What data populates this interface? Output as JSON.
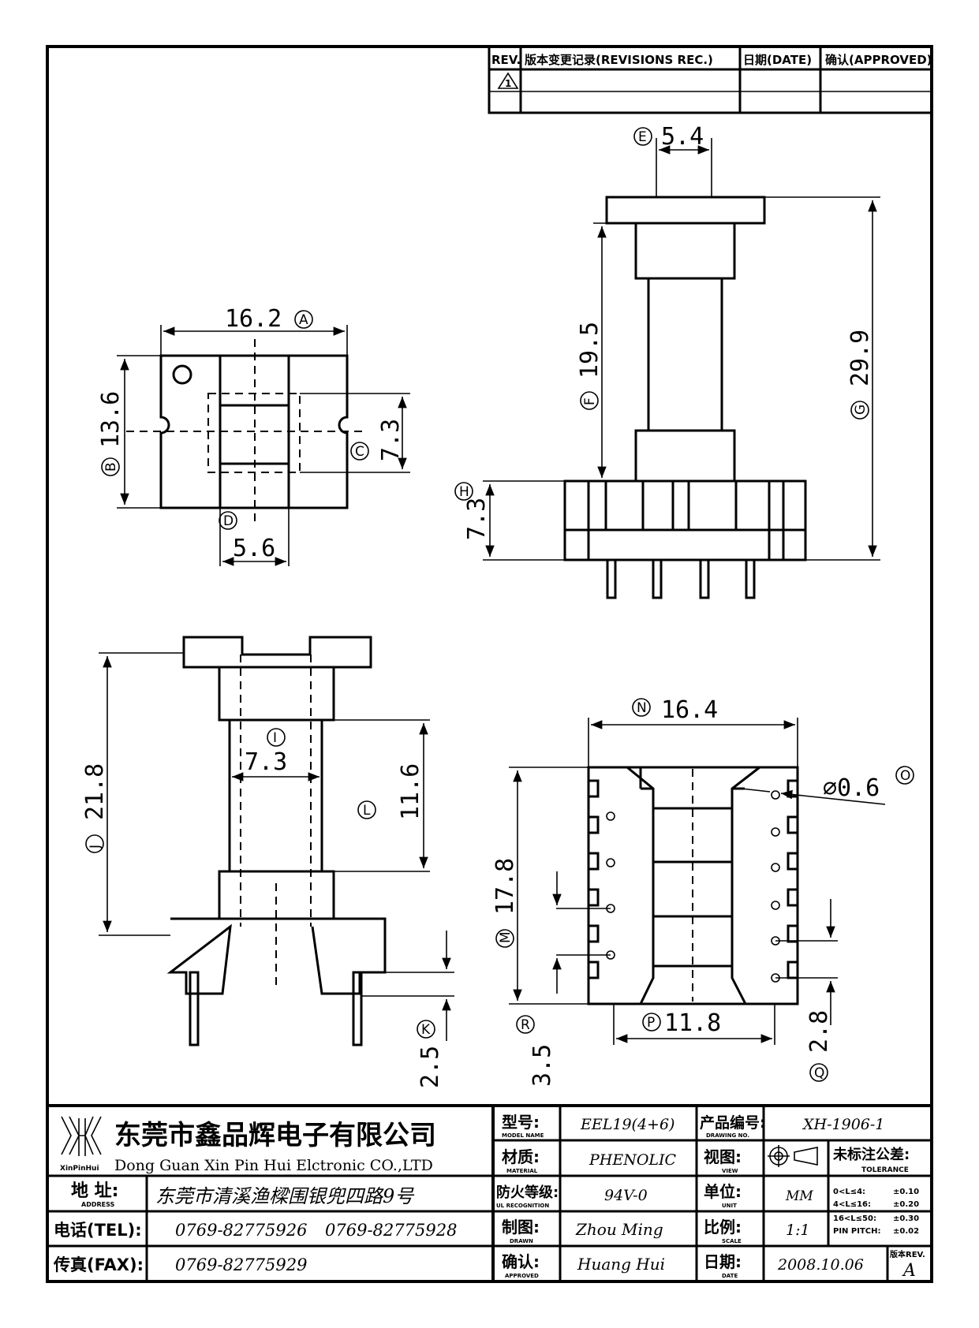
{
  "revisions": {
    "rev_label": "REV.",
    "record_label": "版本变更记录(REVISIONS REC.)",
    "date_label": "日期(DATE)",
    "approved_label": "确认(APPROVED)",
    "rev_mark": "1"
  },
  "dimensions": {
    "A": {
      "letter": "A",
      "value": "16.2"
    },
    "B": {
      "letter": "B",
      "value": "13.6"
    },
    "C": {
      "letter": "C",
      "value": "7.3"
    },
    "D": {
      "letter": "D",
      "value": "5.6"
    },
    "E": {
      "letter": "E",
      "value": "5.4"
    },
    "F": {
      "letter": "F",
      "value": "19.5"
    },
    "G": {
      "letter": "G",
      "value": "29.9"
    },
    "H": {
      "letter": "H",
      "value": "7.3"
    },
    "I": {
      "letter": "I",
      "value": "7.3"
    },
    "J": {
      "letter": "J",
      "value": "21.8"
    },
    "L": {
      "letter": "L",
      "value": "11.6"
    },
    "K": {
      "letter": "K",
      "value": "2.5"
    },
    "N": {
      "letter": "N",
      "value": "16.4"
    },
    "O": {
      "letter": "O",
      "value": "⌀0.6"
    },
    "M": {
      "letter": "M",
      "value": "17.8"
    },
    "P": {
      "letter": "P",
      "value": "11.8"
    },
    "R": {
      "letter": "R",
      "value": "3.5"
    },
    "Q": {
      "letter": "Q",
      "value": "2.8"
    }
  },
  "title_block": {
    "company_cn": "东莞市鑫品辉电子有限公司",
    "company_en": "Dong Guan Xin Pin Hui Elctronic CO.,LTD",
    "logo_text": "XinPinHui",
    "address_label_cn": "地  址:",
    "address_label_en": "ADDRESS",
    "address_value": "东莞市清溪渔樑围银兜四路9号",
    "tel_label": "电话(TEL):",
    "tel_value1": "0769-82775926",
    "tel_value2": "0769-82775928",
    "fax_label": "传真(FAX):",
    "fax_value": "0769-82775929",
    "model_label_cn": "型号:",
    "model_label_en": "MODEL NAME",
    "model_value": "EEL19(4+6)",
    "material_label_cn": "材质:",
    "material_label_en": "MATERIAL",
    "material_value": "PHENOLIC",
    "ul_label_cn": "防火等级:",
    "ul_label_en": "UL RECOGNITION",
    "ul_value": "94V-0",
    "drawn_label_cn": "制图:",
    "drawn_label_en": "DRAWN",
    "drawn_value": "Zhou Ming",
    "approved_label_cn": "确认:",
    "approved_label_en": "APPROVED",
    "approved_value": "Huang Hui",
    "drawing_no_label_cn": "产品编号:",
    "drawing_no_label_en": "DRAWING NO.",
    "drawing_no_value": "XH-1906-1",
    "view_label_cn": "视图:",
    "view_label_en": "VIEW",
    "unit_label_cn": "单位:",
    "unit_label_en": "UNIT",
    "unit_value": "MM",
    "scale_label_cn": "比例:",
    "scale_label_en": "SCALE",
    "scale_value": "1:1",
    "date_label_cn": "日期:",
    "date_label_en": "DATE",
    "date_value": "2008.10.06",
    "tolerance_title_cn": "未标注公差:",
    "tolerance_title_en": "TOLERANCE",
    "tolerances": [
      {
        "range": "0<L≤4:",
        "value": "±0.10"
      },
      {
        "range": "4<L≤16:",
        "value": "±0.20"
      },
      {
        "range": "16<L≤50:",
        "value": "±0.30"
      },
      {
        "range": "PIN PITCH:",
        "value": "±0.02"
      }
    ],
    "rev_label": "版本REV.",
    "rev_value": "A"
  }
}
